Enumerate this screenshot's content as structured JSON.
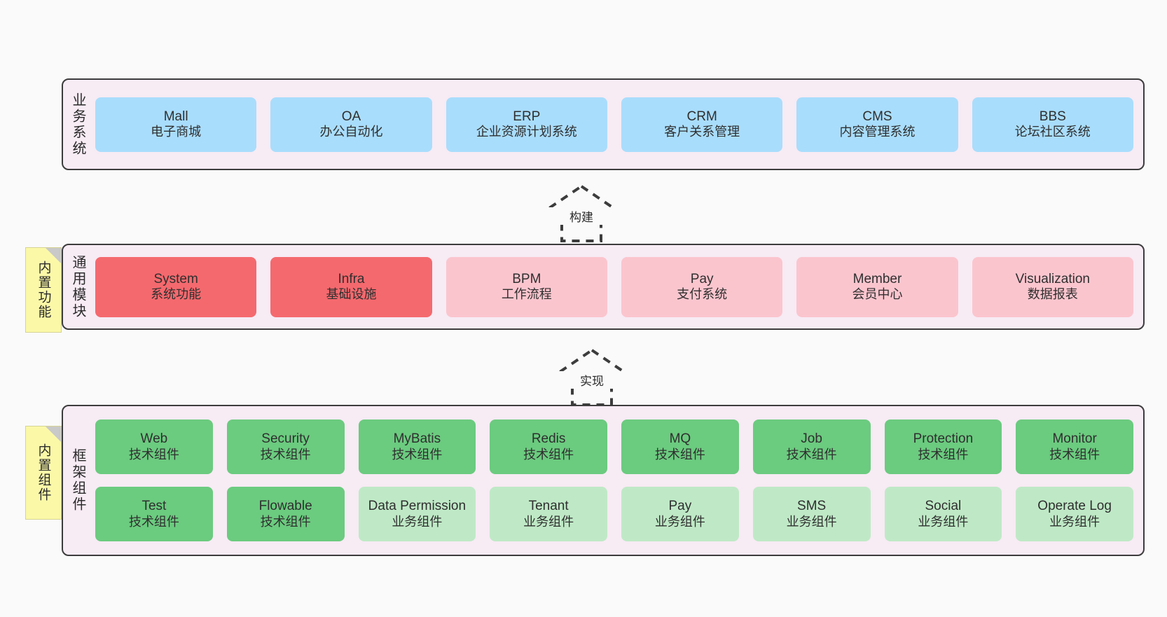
{
  "diagram": {
    "background": "#fafafa",
    "palette": {
      "layer_bg": "#f7ebf4",
      "layer_border": "#3c3c3c",
      "blue": "#a9ddfc",
      "red": "#f4696e",
      "pink": "#fbc5ce",
      "green": "#6bcb7f",
      "green_light": "#bfe9c6",
      "note_yellow": "#fbf9a8"
    }
  },
  "layers": {
    "business": {
      "title": "业务系统",
      "cards": [
        {
          "en": "Mall",
          "cn": "电子商城",
          "color": "blue"
        },
        {
          "en": "OA",
          "cn": "办公自动化",
          "color": "blue"
        },
        {
          "en": "ERP",
          "cn": "企业资源计划系统",
          "color": "blue"
        },
        {
          "en": "CRM",
          "cn": "客户关系管理",
          "color": "blue"
        },
        {
          "en": "CMS",
          "cn": "内容管理系统",
          "color": "blue"
        },
        {
          "en": "BBS",
          "cn": "论坛社区系统",
          "color": "blue"
        }
      ]
    },
    "module": {
      "title": "通用模块",
      "note": "内置功能",
      "cards": [
        {
          "en": "System",
          "cn": "系统功能",
          "color": "red"
        },
        {
          "en": "Infra",
          "cn": "基础设施",
          "color": "red"
        },
        {
          "en": "BPM",
          "cn": "工作流程",
          "color": "pink"
        },
        {
          "en": "Pay",
          "cn": "支付系统",
          "color": "pink"
        },
        {
          "en": "Member",
          "cn": "会员中心",
          "color": "pink"
        },
        {
          "en": "Visualization",
          "cn": "数据报表",
          "color": "pink"
        }
      ]
    },
    "framework": {
      "title": "框架组件",
      "note": "内置组件",
      "row1": [
        {
          "en": "Web",
          "cn": "技术组件",
          "color": "green"
        },
        {
          "en": "Security",
          "cn": "技术组件",
          "color": "green"
        },
        {
          "en": "MyBatis",
          "cn": "技术组件",
          "color": "green"
        },
        {
          "en": "Redis",
          "cn": "技术组件",
          "color": "green"
        },
        {
          "en": "MQ",
          "cn": "技术组件",
          "color": "green"
        },
        {
          "en": "Job",
          "cn": "技术组件",
          "color": "green"
        },
        {
          "en": "Protection",
          "cn": "技术组件",
          "color": "green"
        },
        {
          "en": "Monitor",
          "cn": "技术组件",
          "color": "green"
        }
      ],
      "row2": [
        {
          "en": "Test",
          "cn": "技术组件",
          "color": "green"
        },
        {
          "en": "Flowable",
          "cn": "技术组件",
          "color": "green"
        },
        {
          "en": "Data Permission",
          "cn": "业务组件",
          "color": "green_light"
        },
        {
          "en": "Tenant",
          "cn": "业务组件",
          "color": "green_light"
        },
        {
          "en": "Pay",
          "cn": "业务组件",
          "color": "green_light"
        },
        {
          "en": "SMS",
          "cn": "业务组件",
          "color": "green_light"
        },
        {
          "en": "Social",
          "cn": "业务组件",
          "color": "green_light"
        },
        {
          "en": "Operate Log",
          "cn": "业务组件",
          "color": "green_light"
        }
      ]
    }
  },
  "arrows": [
    {
      "label": "构建",
      "from": "module",
      "to": "business"
    },
    {
      "label": "实现",
      "from": "framework",
      "to": "module"
    }
  ]
}
